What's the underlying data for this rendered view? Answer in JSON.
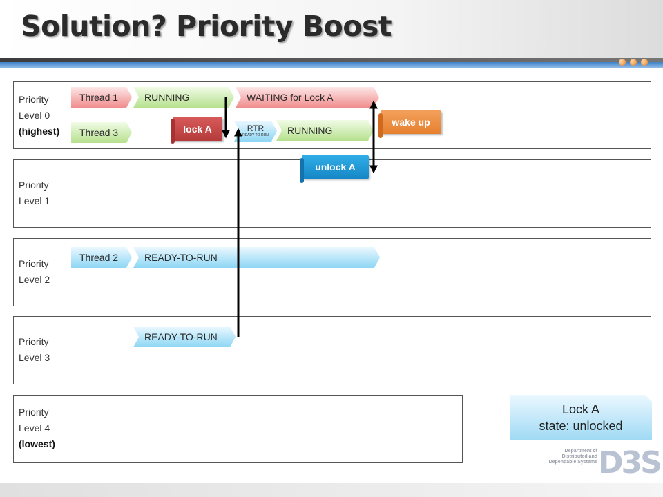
{
  "title": "Solution? Priority Boost",
  "levels": [
    {
      "line1": "Priority",
      "line2": "Level 0",
      "line3": "(highest)"
    },
    {
      "line1": "Priority",
      "line2": "Level 1",
      "line3": ""
    },
    {
      "line1": "Priority",
      "line2": "Level 2",
      "line3": ""
    },
    {
      "line1": "Priority",
      "line2": "Level 3",
      "line3": ""
    },
    {
      "line1": "Priority",
      "line2": "Level 4",
      "line3": "(lowest)"
    }
  ],
  "threads": {
    "t1": "Thread 1",
    "t1_running": "RUNNING",
    "t1_waiting": "WAITING for Lock A",
    "t3": "Thread 3",
    "t3_rtr": "RTR",
    "t3_rtr_sub": "READY-TO-RUN",
    "t3_running": "RUNNING",
    "t2": "Thread 2",
    "t2_ready": "READY-TO-RUN",
    "t3_low_ready": "READY-TO-RUN"
  },
  "tags": {
    "lock": "lock A",
    "wake": "wake up",
    "unlock": "unlock A"
  },
  "lock_box": {
    "line1": "Lock A",
    "line2": "state: unlocked"
  },
  "logo": {
    "text": "Department of Distributed and Dependable Systems",
    "mark": "D3S"
  },
  "colors": {
    "red_tag": "#c84a4a",
    "orange_tag": "#ee8f43",
    "blue_tag": "#1e9ad6",
    "chevron_red": "#f08c8c",
    "chevron_green": "#b6e08e",
    "chevron_blue": "#8ed6f4"
  }
}
